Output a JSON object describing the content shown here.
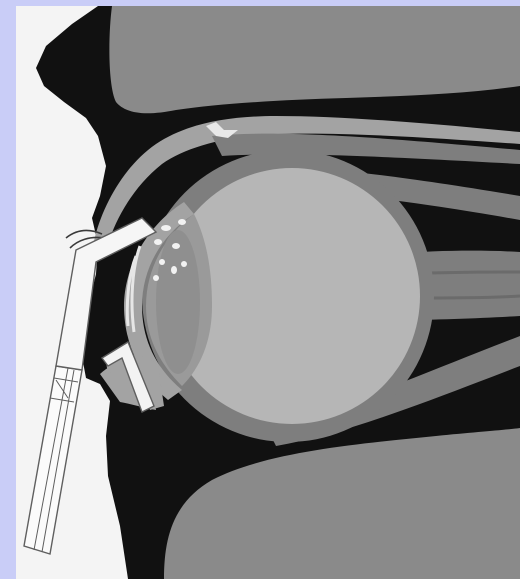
{
  "colors": {
    "frame_background": "#c9cdf7",
    "paper": "#f4f4f4",
    "tissue_dark": "#111111",
    "bone_gray": "#8a8a8a",
    "lid_gray": "#a3a3a3",
    "muscle_gray": "#7e7e7e",
    "vitreous_gray": "#b6b6b6",
    "anterior_chamber": "#9a9a9a",
    "lens_gray": "#8f8f8f",
    "line_art": "#5f5f5f"
  },
  "figure": {
    "subject": "eye-cross-section",
    "components": [
      "orbit-roof-bone",
      "upper-eyelid",
      "levator-muscle",
      "superior-rectus-muscle",
      "globe-sclera",
      "vitreous-body",
      "cornea",
      "anterior-chamber",
      "iris",
      "crystalline-lens",
      "optic-nerve",
      "inferior-rectus-muscle",
      "lower-eyelid",
      "orbit-floor-bone",
      "eyelashes",
      "contact-probe",
      "lid-speculum"
    ]
  }
}
